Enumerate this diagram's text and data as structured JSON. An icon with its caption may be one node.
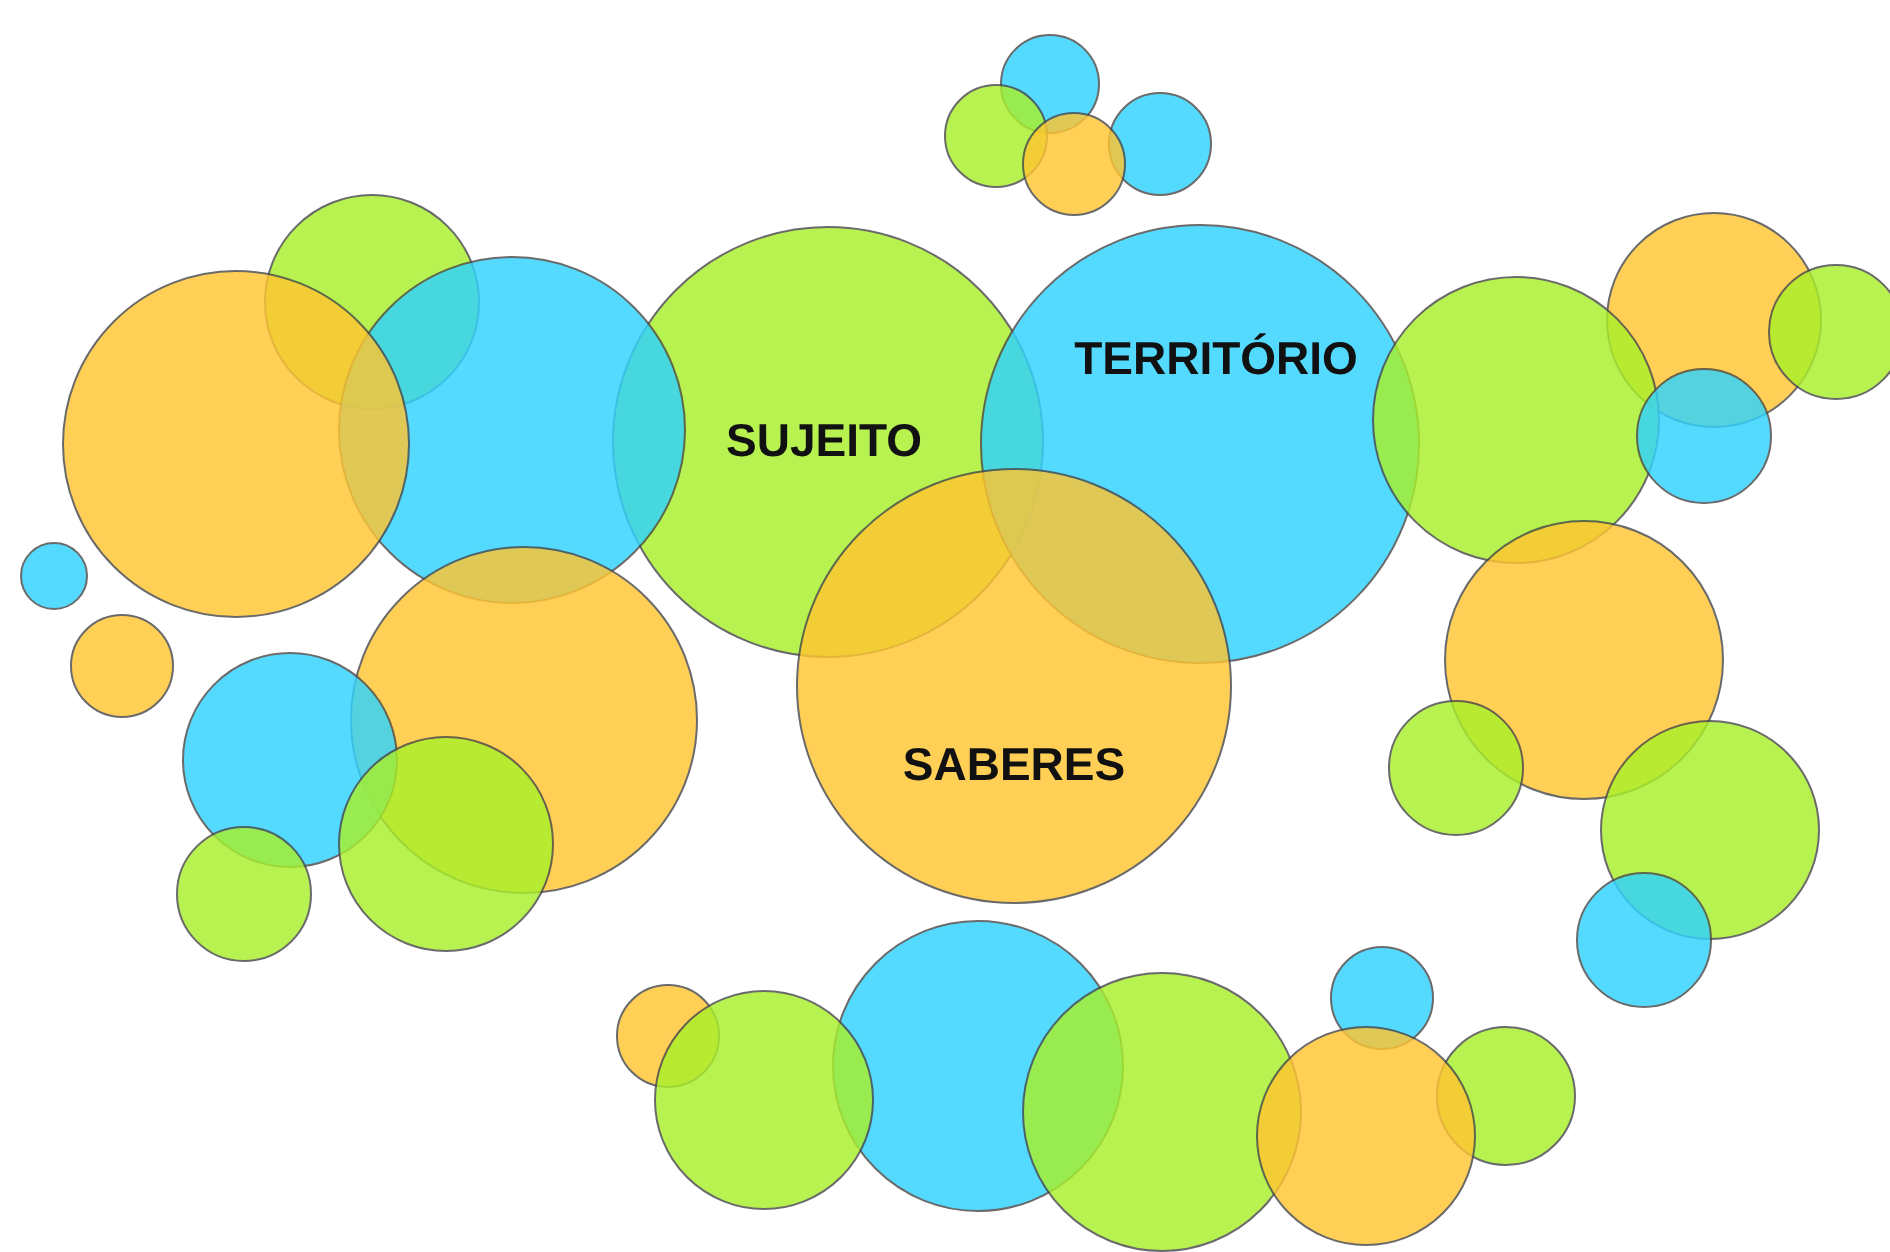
{
  "diagram": {
    "nodes": [
      {
        "text": [
          "SUJEITO"
        ]
      },
      {
        "text": [
          "TERRITÓRIO"
        ]
      },
      {
        "text": [
          "SABERES"
        ]
      },
      {
        "text": [],
        "shape": "circle"
      },
      {
        "text": [],
        "shape": "circle"
      },
      {
        "text": [],
        "shape": "circle"
      },
      {
        "text": [],
        "shape": "circle"
      },
      {
        "text": [],
        "shape": "circle"
      },
      {
        "text": [],
        "shape": "circle"
      },
      {
        "text": [],
        "shape": "circle"
      },
      {
        "text": [],
        "shape": "circle"
      },
      {
        "text": [],
        "shape": "circle"
      },
      {
        "text": [],
        "shape": "circle"
      },
      {
        "text": [],
        "shape": "circle"
      },
      {
        "text": [],
        "shape": "circle"
      },
      {
        "text": [],
        "shape": "circle"
      },
      {
        "text": [],
        "shape": "circle"
      },
      {
        "text": [],
        "shape": "circle"
      },
      {
        "text": [],
        "shape": "circle"
      },
      {
        "text": [],
        "shape": "circle"
      },
      {
        "text": [],
        "shape": "circle"
      },
      {
        "text": [],
        "shape": "circle"
      },
      {
        "text": [],
        "shape": "circle"
      },
      {
        "text": [],
        "shape": "circle"
      },
      {
        "text": [],
        "shape": "circle"
      },
      {
        "text": [],
        "shape": "circle"
      },
      {
        "text": [],
        "shape": "circle"
      },
      {
        "text": [],
        "shape": "circle"
      },
      {
        "text": [],
        "shape": "circle"
      },
      {
        "text": [],
        "shape": "circle"
      },
      {
        "text": [],
        "shape": "circle"
      }
    ]
  }
}
